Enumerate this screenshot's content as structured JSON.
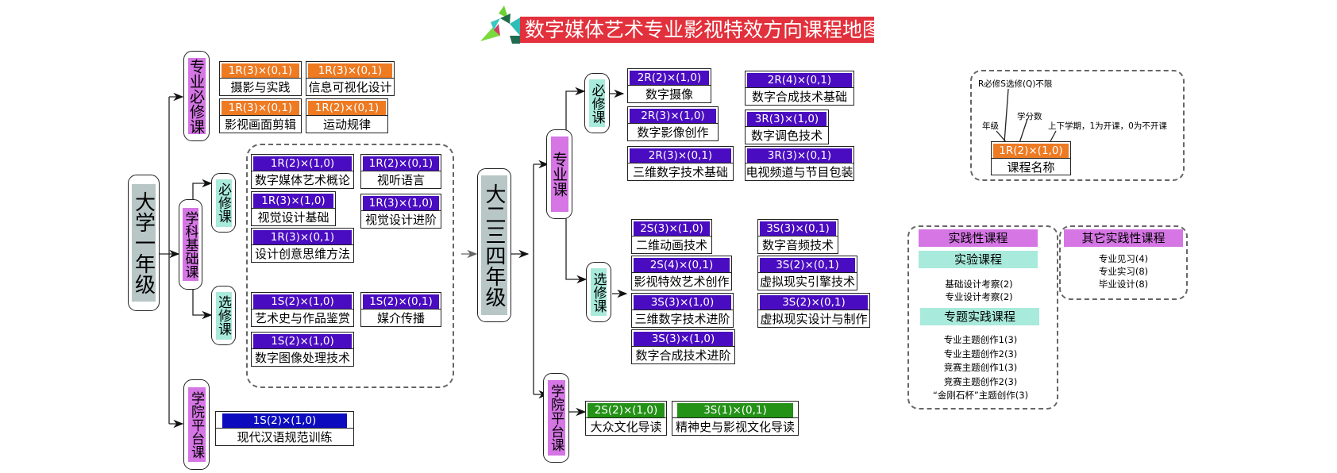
{
  "header": {
    "title": "数字媒体艺术专业影视特效方向课程地图",
    "logo_icon": "triangle-mosaic-logo-icon"
  },
  "colors": {
    "title_bg": "#e2313c",
    "category_pink": "#d576e4",
    "category_teal": "#a8eadb",
    "year_gray": "#b8c6c6",
    "code_orange": "#ee7a22",
    "code_purple": "#4a0cc0",
    "code_blue": "#0c0cbe",
    "code_green": "#239216"
  },
  "year1": {
    "label": "大学一年级",
    "major_required": {
      "label": "专业必修课",
      "courses": [
        {
          "code": "1R(3)×(0,1)",
          "name": "摄影与实践"
        },
        {
          "code": "1R(3)×(0,1)",
          "name": "信息可视化设计"
        },
        {
          "code": "1R(3)×(0,1)",
          "name": "影视画面剪辑"
        },
        {
          "code": "1R(2)×(0,1)",
          "name": "运动规律"
        }
      ]
    },
    "discipline_foundation": {
      "label": "学科基础课",
      "required": {
        "label": "必修课",
        "courses": [
          {
            "code": "1R(2)×(1,0)",
            "name": "数字媒体艺术概论"
          },
          {
            "code": "1R(2)×(0,1)",
            "name": "视听语言"
          },
          {
            "code": "1R(3)×(1,0)",
            "name": "视觉设计基础"
          },
          {
            "code": "1R(3)×(1,0)",
            "name": "视觉设计进阶"
          },
          {
            "code": "1R(3)×(0,1)",
            "name": "设计创意思维方法"
          }
        ]
      },
      "elective": {
        "label": "选修课",
        "courses": [
          {
            "code": "1S(2)×(1,0)",
            "name": "艺术史与作品鉴赏"
          },
          {
            "code": "1S(2)×(0,1)",
            "name": "媒介传播"
          },
          {
            "code": "1S(2)×(1,0)",
            "name": "数字图像处理技术"
          }
        ]
      }
    },
    "college_platform": {
      "label": "学院平台课",
      "courses": [
        {
          "code": "1S(2)×(1,0)",
          "name": "现代汉语规范训练"
        }
      ]
    }
  },
  "year234": {
    "label": "大二三四年级",
    "major": {
      "label": "专业课",
      "required": {
        "label": "必修课",
        "courses": [
          {
            "code": "2R(2)×(1,0)",
            "name": "数字摄像"
          },
          {
            "code": "2R(4)×(0,1)",
            "name": "数字合成技术基础"
          },
          {
            "code": "2R(3)×(1,0)",
            "name": "数字影像创作"
          },
          {
            "code": "3R(3)×(1,0)",
            "name": "数字调色技术"
          },
          {
            "code": "2R(3)×(0,1)",
            "name": "三维数字技术基础"
          },
          {
            "code": "3R(3)×(0,1)",
            "name": "电视频道与节目包装"
          }
        ]
      },
      "elective": {
        "label": "选修课",
        "courses": [
          {
            "code": "2S(3)×(1,0)",
            "name": "二维动画技术"
          },
          {
            "code": "3S(3)×(0,1)",
            "name": "数字音频技术"
          },
          {
            "code": "2S(4)×(0,1)",
            "name": "影视特效艺术创作"
          },
          {
            "code": "3S(2)×(0,1)",
            "name": "虚拟现实引擎技术"
          },
          {
            "code": "3S(3)×(1,0)",
            "name": "三维数字技术进阶"
          },
          {
            "code": "3S(2)×(0,1)",
            "name": "虚拟现实设计与制作"
          },
          {
            "code": "3S(3)×(1,0)",
            "name": "数字合成技术进阶"
          }
        ]
      }
    },
    "college_platform": {
      "label": "学院平台课",
      "courses": [
        {
          "code": "2S(2)×(1,0)",
          "name": "大众文化导读"
        },
        {
          "code": "3S(1)×(0,1)",
          "name": "精神史与影视文化导读"
        }
      ]
    }
  },
  "legend": {
    "type_note": "R必修S选修(Q)不限",
    "credits_note": "学分数",
    "year_note": "年级",
    "semester_note": "上下学期，1为开课，0为不开课",
    "sample_code": "1R(2)×(1,0)",
    "sample_name": "课程名称"
  },
  "practice": {
    "title": "实践性课程",
    "lab_title": "实验课程",
    "lab_items": [
      "基础设计考察(2)",
      "专业设计考察(2)"
    ],
    "topic_title": "专题实践课程",
    "topic_items": [
      "专业主题创作1(3)",
      "专业主题创作2(3)",
      "竞赛主题创作1(3)",
      "竞赛主题创作2(3)",
      "“金刚石杯”主题创作(3)"
    ]
  },
  "other_practice": {
    "title": "其它实践性课程",
    "items": [
      "专业见习(4)",
      "专业实习(8)",
      "毕业设计(8)"
    ]
  }
}
